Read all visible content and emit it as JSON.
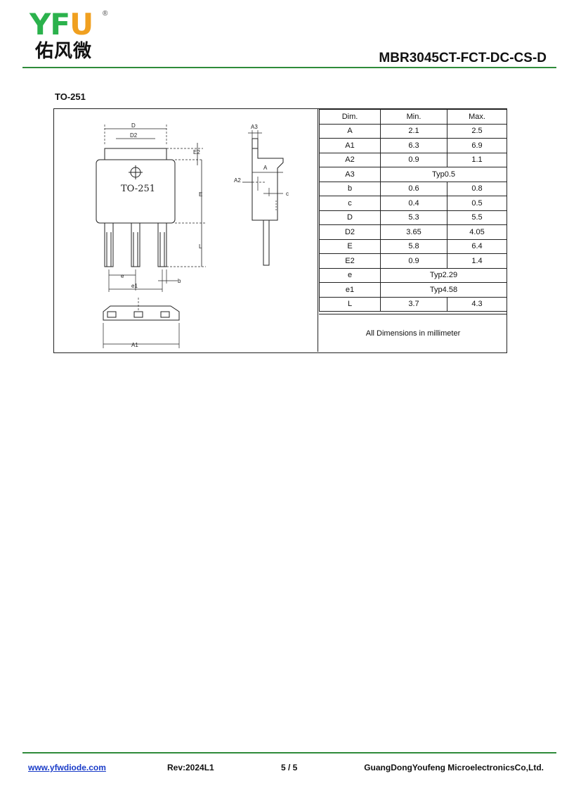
{
  "header": {
    "logo_letters_left": "YF",
    "logo_letter_u": "U",
    "logo_reg": "®",
    "logo_chinese": "佑风微",
    "doc_code": "MBR3045CT-FCT-DC-CS-D"
  },
  "package_title": "TO-251",
  "drawing": {
    "package_marking": "TO-251",
    "labels": {
      "D": "D",
      "D2": "D2",
      "E2": "E2",
      "E": "E",
      "L": "L",
      "e": "e",
      "e1": "e1",
      "b": "b",
      "A1": "A1",
      "A3": "A3",
      "A": "A",
      "A2": "A2",
      "c": "c"
    }
  },
  "table": {
    "headers": [
      "Dim.",
      "Min.",
      "Max."
    ],
    "rows": [
      {
        "dim": "A",
        "min": "2.1",
        "max": "2.5"
      },
      {
        "dim": "A1",
        "min": "6.3",
        "max": "6.9"
      },
      {
        "dim": "A2",
        "min": "0.9",
        "max": "1.1"
      },
      {
        "dim": "A3",
        "typ": "Typ0.5"
      },
      {
        "dim": "b",
        "min": "0.6",
        "max": "0.8"
      },
      {
        "dim": "c",
        "min": "0.4",
        "max": "0.5"
      },
      {
        "dim": "D",
        "min": "5.3",
        "max": "5.5"
      },
      {
        "dim": "D2",
        "min": "3.65",
        "max": "4.05"
      },
      {
        "dim": "E",
        "min": "5.8",
        "max": "6.4"
      },
      {
        "dim": "E2",
        "min": "0.9",
        "max": "1.4"
      },
      {
        "dim": "e",
        "typ": "Typ2.29"
      },
      {
        "dim": "e1",
        "typ": "Typ4.58"
      },
      {
        "dim": "L",
        "min": "3.7",
        "max": "4.3"
      }
    ],
    "note": "All Dimensions in millimeter"
  },
  "footer": {
    "website": "www.yfwdiode.com",
    "revision": "Rev:2024L1",
    "page": "5 / 5",
    "company": "GuangDongYoufeng MicroelectronicsCo,Ltd."
  }
}
